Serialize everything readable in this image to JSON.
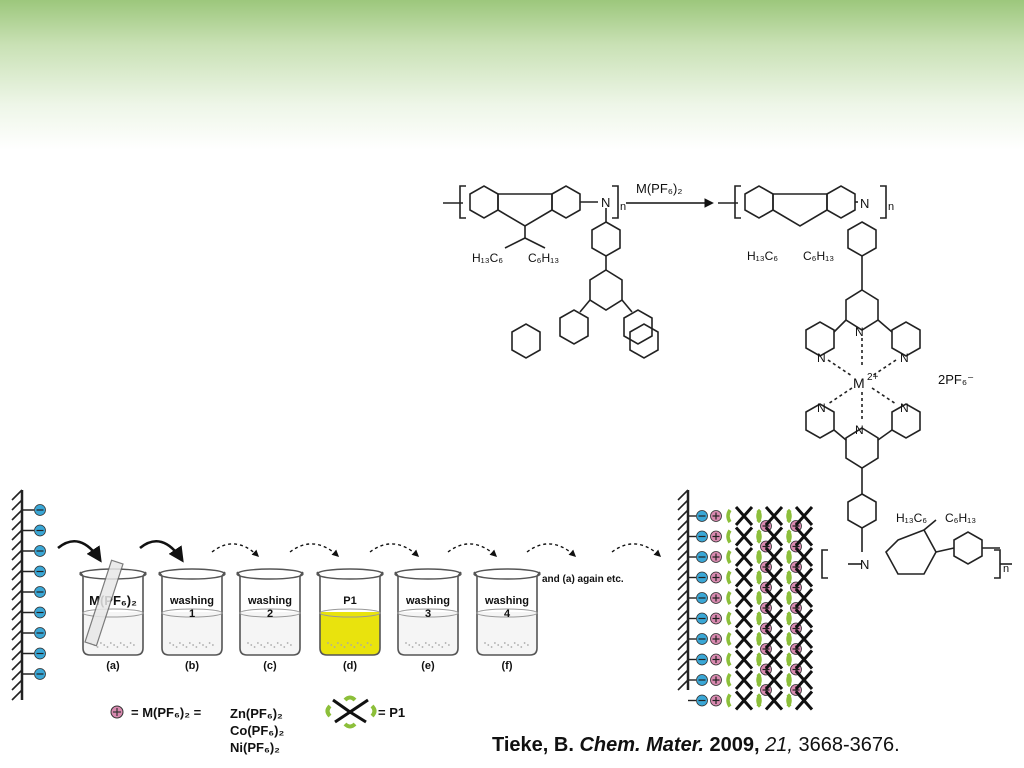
{
  "scheme": {
    "reaction_reagent": "M(PF₆)₂",
    "polymer_n": "n",
    "substituent_left": "H₁₃C₆",
    "substituent_right": "C₆H₁₃",
    "atom_n": "N",
    "metal_center": "M",
    "metal_charge": "2+",
    "counter_ion": "2PF₆⁻"
  },
  "process": {
    "beaker_labels": [
      {
        "line1": "M(PF₆)₂",
        "line2": "",
        "letter": "(a)"
      },
      {
        "line1": "washing",
        "line2": "1",
        "letter": "(b)"
      },
      {
        "line1": "washing",
        "line2": "2",
        "letter": "(c)"
      },
      {
        "line1": "P1",
        "line2": "",
        "letter": "(d)"
      },
      {
        "line1": "washing",
        "line2": "3",
        "letter": "(e)"
      },
      {
        "line1": "washing",
        "line2": "4",
        "letter": "(f)"
      }
    ],
    "repeat_note": "and (a) again etc."
  },
  "legend": {
    "metal_eq": "= M(PF₆)₂ =",
    "metals": [
      "Zn(PF₆)₂",
      "Co(PF₆)₂",
      "Ni(PF₆)₂"
    ],
    "p1_eq": "= P1"
  },
  "citation": {
    "authors": "Tieke, B.",
    "journal": "Chem. Mater.",
    "year": "2009,",
    "volume": "21,",
    "pages": "3668-3676."
  },
  "colors": {
    "header_green": "#9cc77c",
    "anion_blue": "#3aa7d6",
    "cation_pink": "#d98ab0",
    "ligand_green": "#8cbf3a",
    "solution_yellow": "#e8e200"
  }
}
